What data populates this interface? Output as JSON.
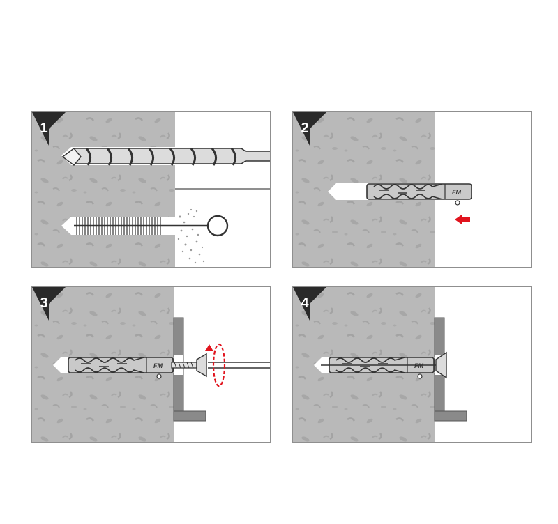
{
  "steps": [
    {
      "number": "1",
      "illustration": "drill-hole-and-clean"
    },
    {
      "number": "2",
      "illustration": "insert-anchor"
    },
    {
      "number": "3",
      "illustration": "screw-in-fixture"
    },
    {
      "number": "4",
      "illustration": "mounted"
    }
  ],
  "anchor": {
    "brand": "FM"
  },
  "colors": {
    "concrete": "#b9b9b9",
    "concrete_fleck": "#a5a5a5",
    "badge": "#2a2a2a",
    "arrow_red": "#e1141e",
    "bracket": "#8a8a8a",
    "frame": "#8f8f8f"
  }
}
